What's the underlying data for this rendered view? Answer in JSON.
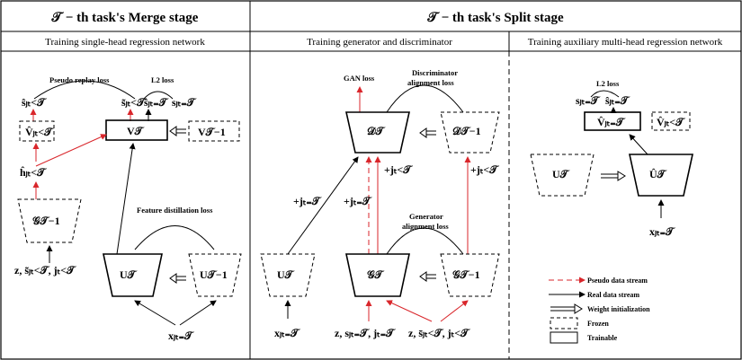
{
  "headers": {
    "merge": "𝒯 − th task's Merge stage",
    "split": "𝒯 − th task's Split stage"
  },
  "subheaders": {
    "merge": "Training single-head regression network",
    "split_gd": "Training generator and discriminator",
    "split_aux": "Training auxiliary multi-head regression network"
  },
  "merge": {
    "pseudo_replay_loss": "Pseudo replay loss",
    "l2_loss": "L2 loss",
    "s_hat": "ŝⱼₜ<𝒯",
    "s_tilde": "s̃ⱼₜ<𝒯",
    "s_hat_eq": "ŝⱼₜ₌𝒯",
    "s_eq": "sⱼₜ₌𝒯",
    "v_prev": "V̂ⱼₜ<𝒯",
    "v_t": "V𝒯",
    "v_t1": "V𝒯−1",
    "h_hat": "ĥⱼₜ<𝒯",
    "g_t1": "𝒢𝒯−1",
    "feature_distill_loss": "Feature distillation loss",
    "z_input": "z, s̃ⱼₜ<𝒯, jₜ<𝒯",
    "u_t": "U𝒯",
    "u_t1": "U𝒯−1",
    "x_input": "xⱼₜ₌𝒯"
  },
  "split": {
    "gan_loss": "GAN loss",
    "disc_align_loss_1": "Discriminator",
    "disc_align_loss_2": "alignment loss",
    "d_t": "𝒟𝒯",
    "d_t1": "𝒟𝒯−1",
    "j_lt_1": "+jₜ<𝒯",
    "j_lt_2": "+jₜ<𝒯",
    "j_eq_1": "+jₜ₌𝒯",
    "j_eq_2": "+jₜ₌𝒯",
    "gen_align_loss_1": "Generator",
    "gen_align_loss_2": "alignment  loss",
    "u_t": "U𝒯",
    "g_t": "𝒢𝒯",
    "g_t1": "𝒢𝒯−1",
    "x_input": "xⱼₜ₌𝒯",
    "z_in1": "z, sⱼₜ₌𝒯, jₜ₌𝒯",
    "z_in2": "z, s̄ⱼₜ<𝒯, jₜ<𝒯"
  },
  "aux": {
    "l2_loss": "L2 loss",
    "s_eq": "sⱼₜ₌𝒯",
    "s_hat_eq": "ŝⱼₜ₌𝒯",
    "v_hat": "V̂ⱼₜ₌𝒯",
    "v_hat_lt": "V̂ⱼₜ<𝒯",
    "u_t": "U𝒯",
    "u_hat": "Û𝒯",
    "x_input": "xⱼₜ₌𝒯"
  },
  "legend": {
    "pseudo": "Pseudo data stream",
    "real": "Real data stream",
    "weight": "Weight initialization",
    "frozen": "Frozen",
    "trainable": "Trainable"
  },
  "colors": {
    "red": "#d9262b",
    "black": "#000000"
  }
}
